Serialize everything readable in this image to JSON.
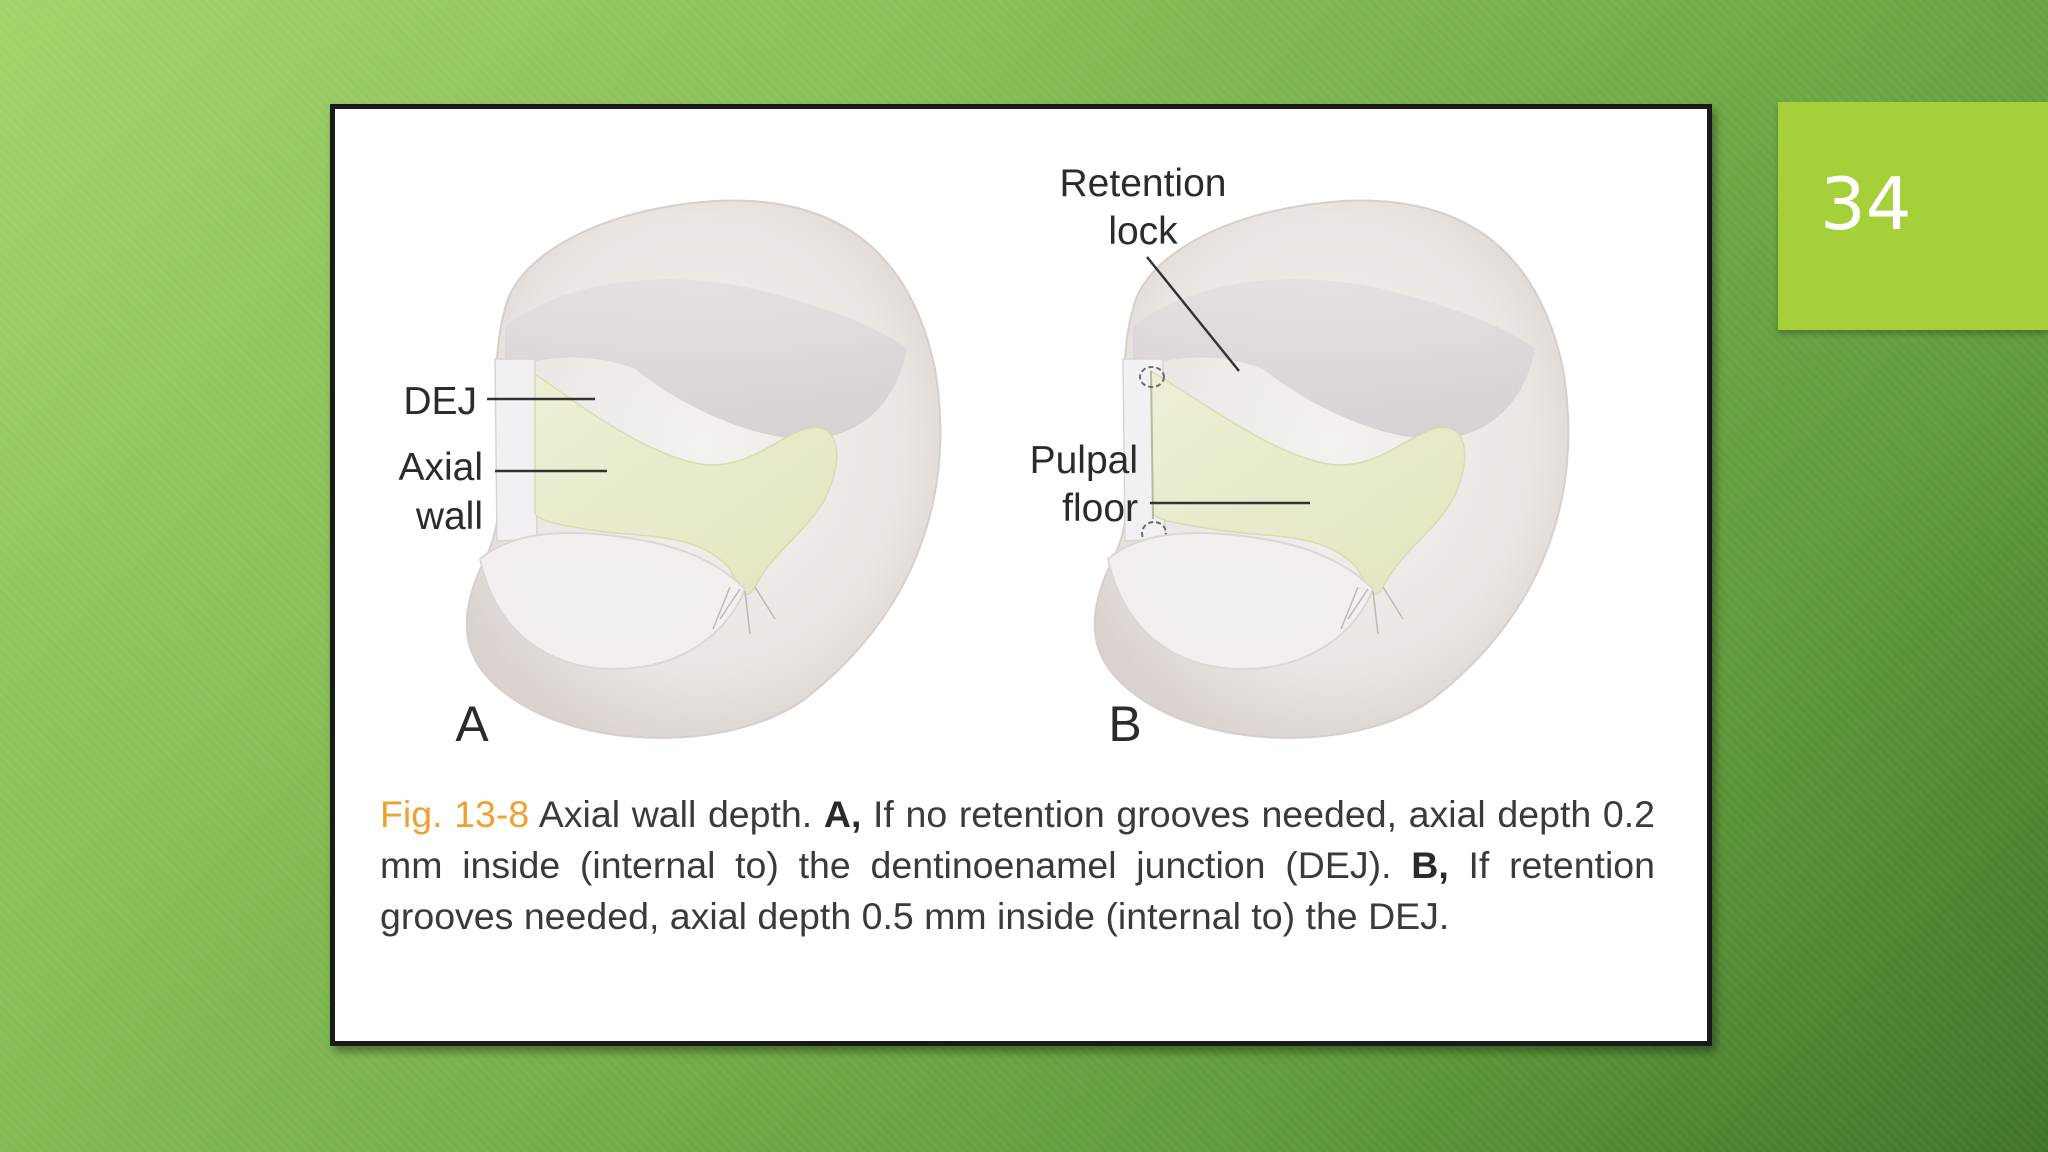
{
  "slide": {
    "number": "34",
    "colors": {
      "background": "#7fb850",
      "number_box": "#a6d03a",
      "frame": "#1a1a1a"
    }
  },
  "figure": {
    "labels": {
      "dej": "DEJ",
      "axial_wall_line1": "Axial",
      "axial_wall_line2": "wall",
      "retention_lock_line1": "Retention",
      "retention_lock_line2": "lock",
      "pulpal_floor_line1": "Pulpal",
      "pulpal_floor_line2": "floor",
      "panel_a": "A",
      "panel_b": "B"
    },
    "caption": {
      "fig_number": "Fig. 13-8",
      "title": "Axial wall depth.",
      "label_a": "A,",
      "text_a": "If no retention grooves needed, axial depth 0.2 mm inside (internal to) the dentinoenamel junction (DEJ).",
      "label_b": "B,",
      "text_b": "If retention grooves needed, axial depth 0.5 mm inside (internal to) the DEJ.",
      "fig_number_color": "#f0a030"
    }
  }
}
